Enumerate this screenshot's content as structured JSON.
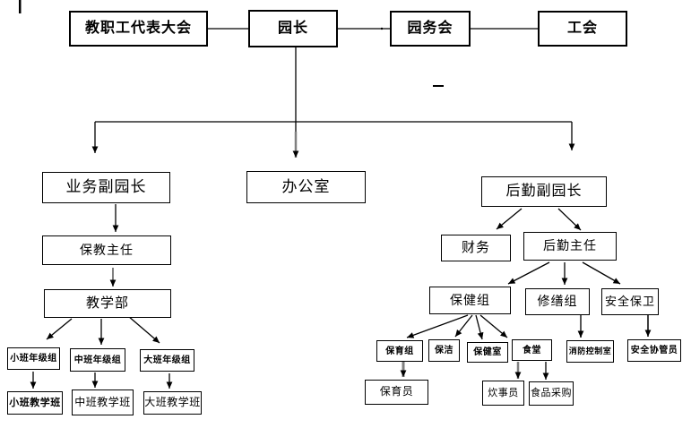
{
  "diagram": {
    "type": "org-chart",
    "language": "zh-CN",
    "nodes": {
      "staff_congress": "教职工代表大会",
      "director": "园长",
      "council": "园务会",
      "union": "工会",
      "business_vice_director": "业务副园长",
      "office": "办公室",
      "logistics_vice_director": "后勤副园长",
      "care_teaching_director": "保教主任",
      "teaching_department": "教学部",
      "finance": "财务",
      "logistics_director": "后勤主任",
      "small_grade_group": "小班年级组",
      "middle_grade_group": "中班年级组",
      "big_grade_group": "大班年级组",
      "small_teaching_class": "小班教学班",
      "middle_teaching_class": "中班教学班",
      "big_teaching_class": "大班教学班",
      "health_group": "保健组",
      "repair_group": "修缮组",
      "security_group": "安全保卫",
      "childcare_group": "保育组",
      "cleaning": "保洁",
      "health_room": "保健室",
      "canteen": "食堂",
      "fire_control_room": "消防控制室",
      "safety_coordinator": "安全协管员",
      "childcare_worker": "保育员",
      "cook": "炊事员",
      "food_procurement": "食品采购"
    },
    "edges": [
      {
        "from": "教职工代表大会",
        "to": "园长",
        "style": "plain-line"
      },
      {
        "from": "园长",
        "to": "园务会",
        "style": "plain-line"
      },
      {
        "from": "园务会",
        "to": "工会",
        "style": "plain-line"
      },
      {
        "from": "园长",
        "to": "业务副园长",
        "style": "arrow"
      },
      {
        "from": "园长",
        "to": "办公室",
        "style": "arrow-gray"
      },
      {
        "from": "园长",
        "to": "后勤副园长",
        "style": "arrow"
      },
      {
        "from": "业务副园长",
        "to": "保教主任",
        "style": "arrow"
      },
      {
        "from": "保教主任",
        "to": "教学部",
        "style": "arrow-gray"
      },
      {
        "from": "教学部",
        "to": "小班年级组",
        "style": "arrow"
      },
      {
        "from": "教学部",
        "to": "中班年级组",
        "style": "arrow"
      },
      {
        "from": "教学部",
        "to": "大班年级组",
        "style": "arrow"
      },
      {
        "from": "小班年级组",
        "to": "小班教学班",
        "style": "arrow"
      },
      {
        "from": "中班年级组",
        "to": "中班教学班",
        "style": "arrow"
      },
      {
        "from": "大班年级组",
        "to": "大班教学班",
        "style": "arrow"
      },
      {
        "from": "后勤副园长",
        "to": "财务",
        "style": "arrow"
      },
      {
        "from": "后勤副园长",
        "to": "后勤主任",
        "style": "arrow"
      },
      {
        "from": "后勤主任",
        "to": "保健组",
        "style": "arrow"
      },
      {
        "from": "后勤主任",
        "to": "修缮组",
        "style": "arrow"
      },
      {
        "from": "后勤主任",
        "to": "安全保卫",
        "style": "arrow"
      },
      {
        "from": "保健组",
        "to": "保育组",
        "style": "arrow"
      },
      {
        "from": "保健组",
        "to": "保洁",
        "style": "arrow"
      },
      {
        "from": "保健组",
        "to": "保健室",
        "style": "arrow"
      },
      {
        "from": "保健组",
        "to": "食堂",
        "style": "arrow"
      },
      {
        "from": "修缮组",
        "to": "消防控制室",
        "style": "arrow"
      },
      {
        "from": "安全保卫",
        "to": "安全协管员",
        "style": "arrow"
      },
      {
        "from": "保育组",
        "to": "保育员",
        "style": "arrow-gray"
      },
      {
        "from": "食堂",
        "to": "炊事员",
        "style": "arrow-gray"
      },
      {
        "from": "食堂",
        "to": "食品采购",
        "style": "arrow"
      }
    ],
    "colors": {
      "line": "#000000",
      "gray_arrow": "#808080",
      "background": "#ffffff",
      "box_border": "#000000"
    }
  }
}
